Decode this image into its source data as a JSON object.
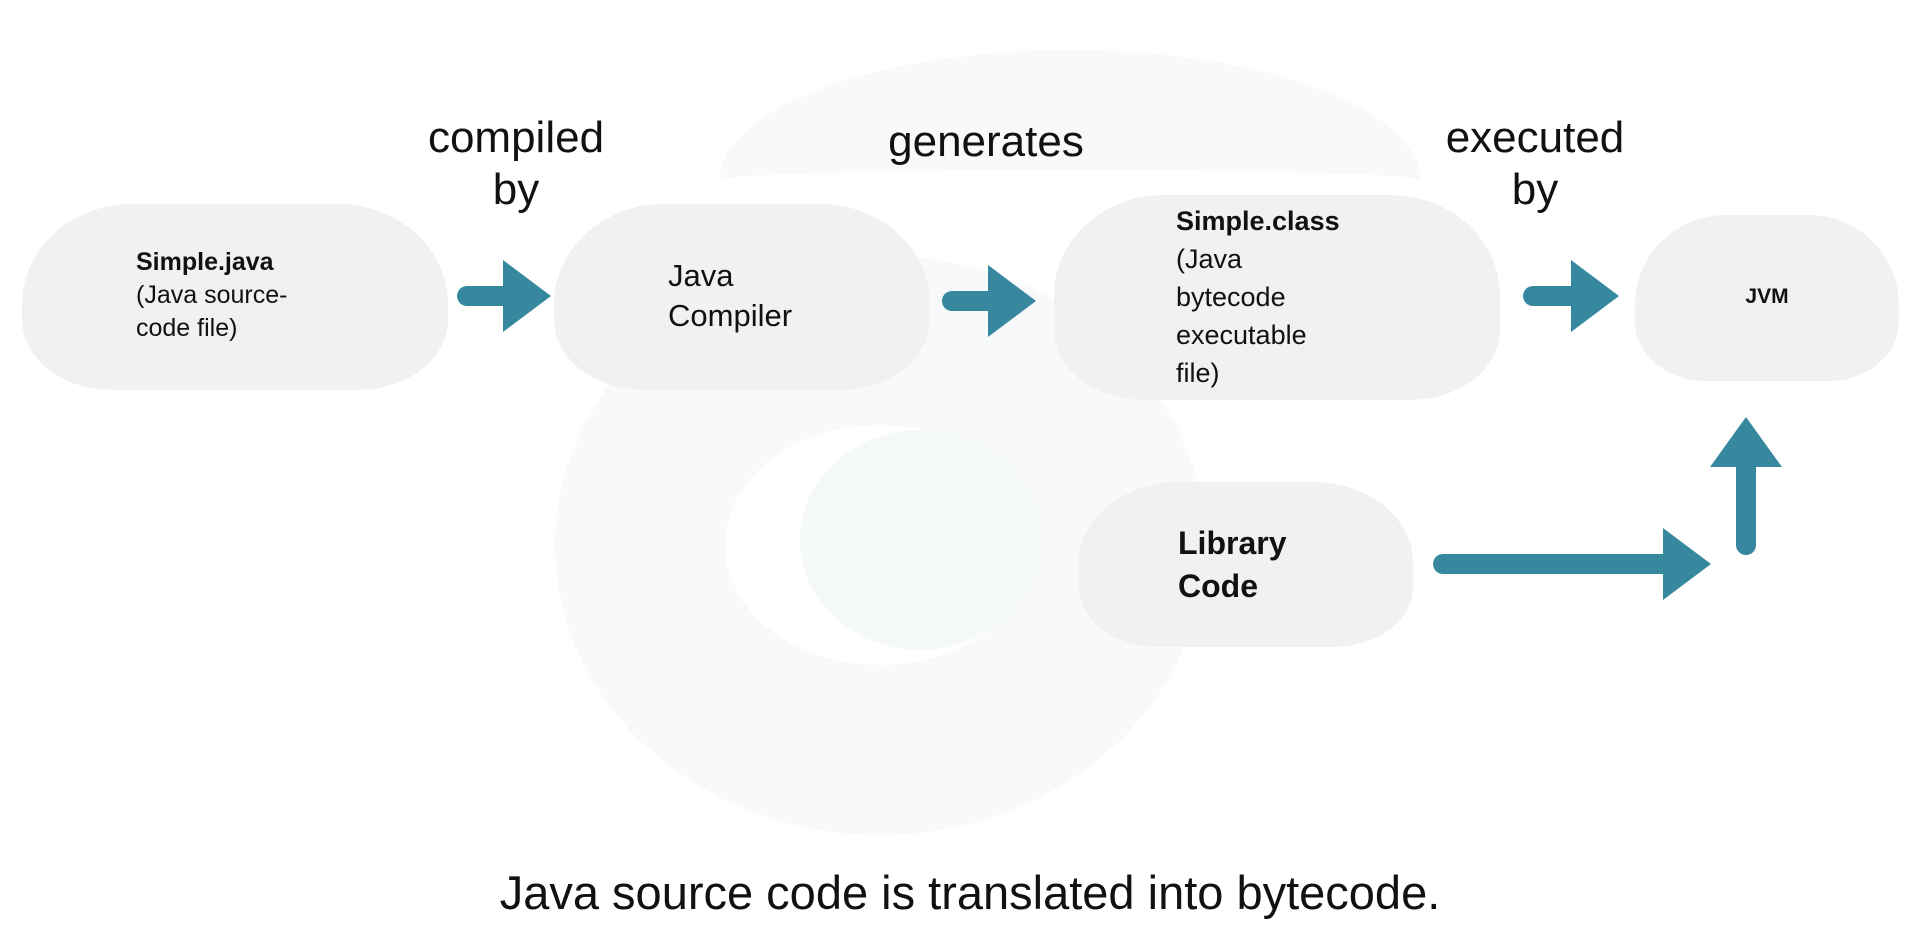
{
  "colors": {
    "arrow": "#37889f",
    "node": "#f0f1f3",
    "watermark": "#f7f8fa"
  },
  "edges": {
    "compiled_by": [
      "compiled",
      "by"
    ],
    "generates": "generates",
    "executed_by": [
      "executed",
      "by"
    ]
  },
  "nodes": {
    "source": {
      "title": "Simple.java",
      "desc": [
        "(Java source-",
        "code file)"
      ]
    },
    "compiler": {
      "lines": [
        "Java",
        "Compiler"
      ]
    },
    "bytecode": {
      "title": "Simple.class",
      "desc": [
        "(Java",
        "bytecode",
        "executable",
        "file)"
      ]
    },
    "jvm": {
      "title": "JVM"
    },
    "library": {
      "lines": [
        "Library",
        "Code"
      ]
    }
  },
  "caption": "Java source code is translated into bytecode."
}
